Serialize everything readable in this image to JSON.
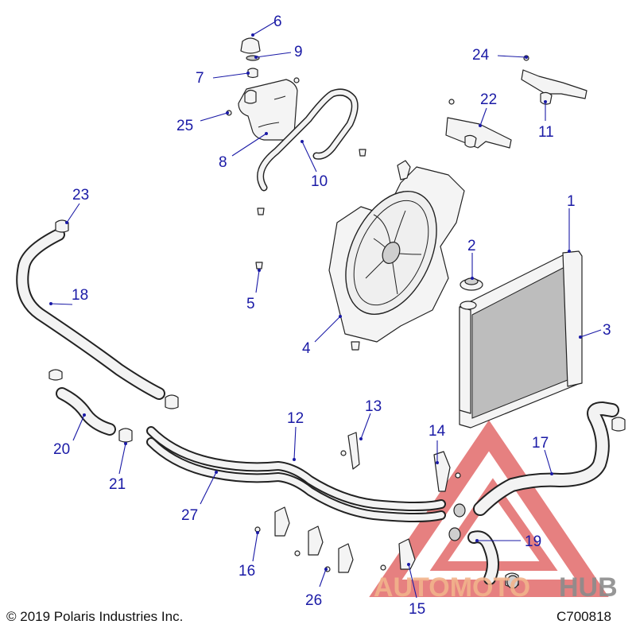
{
  "copyright": "© 2019 Polaris Industries Inc.",
  "diagram_code": "C700818",
  "watermark": {
    "part1": "AUTOMOTO",
    "part2": "HUB",
    "color1": "#f2b48c",
    "color2": "#8c8c8c",
    "triangle_color": "#e26a6a"
  },
  "colors": {
    "callout": "#1a1aa6",
    "line": "#222222"
  },
  "callouts": [
    "1",
    "2",
    "3",
    "4",
    "5",
    "6",
    "7",
    "8",
    "9",
    "10",
    "11",
    "12",
    "13",
    "14",
    "15",
    "16",
    "17",
    "18",
    "19",
    "20",
    "21",
    "22",
    "23",
    "24",
    "25",
    "26",
    "27"
  ]
}
